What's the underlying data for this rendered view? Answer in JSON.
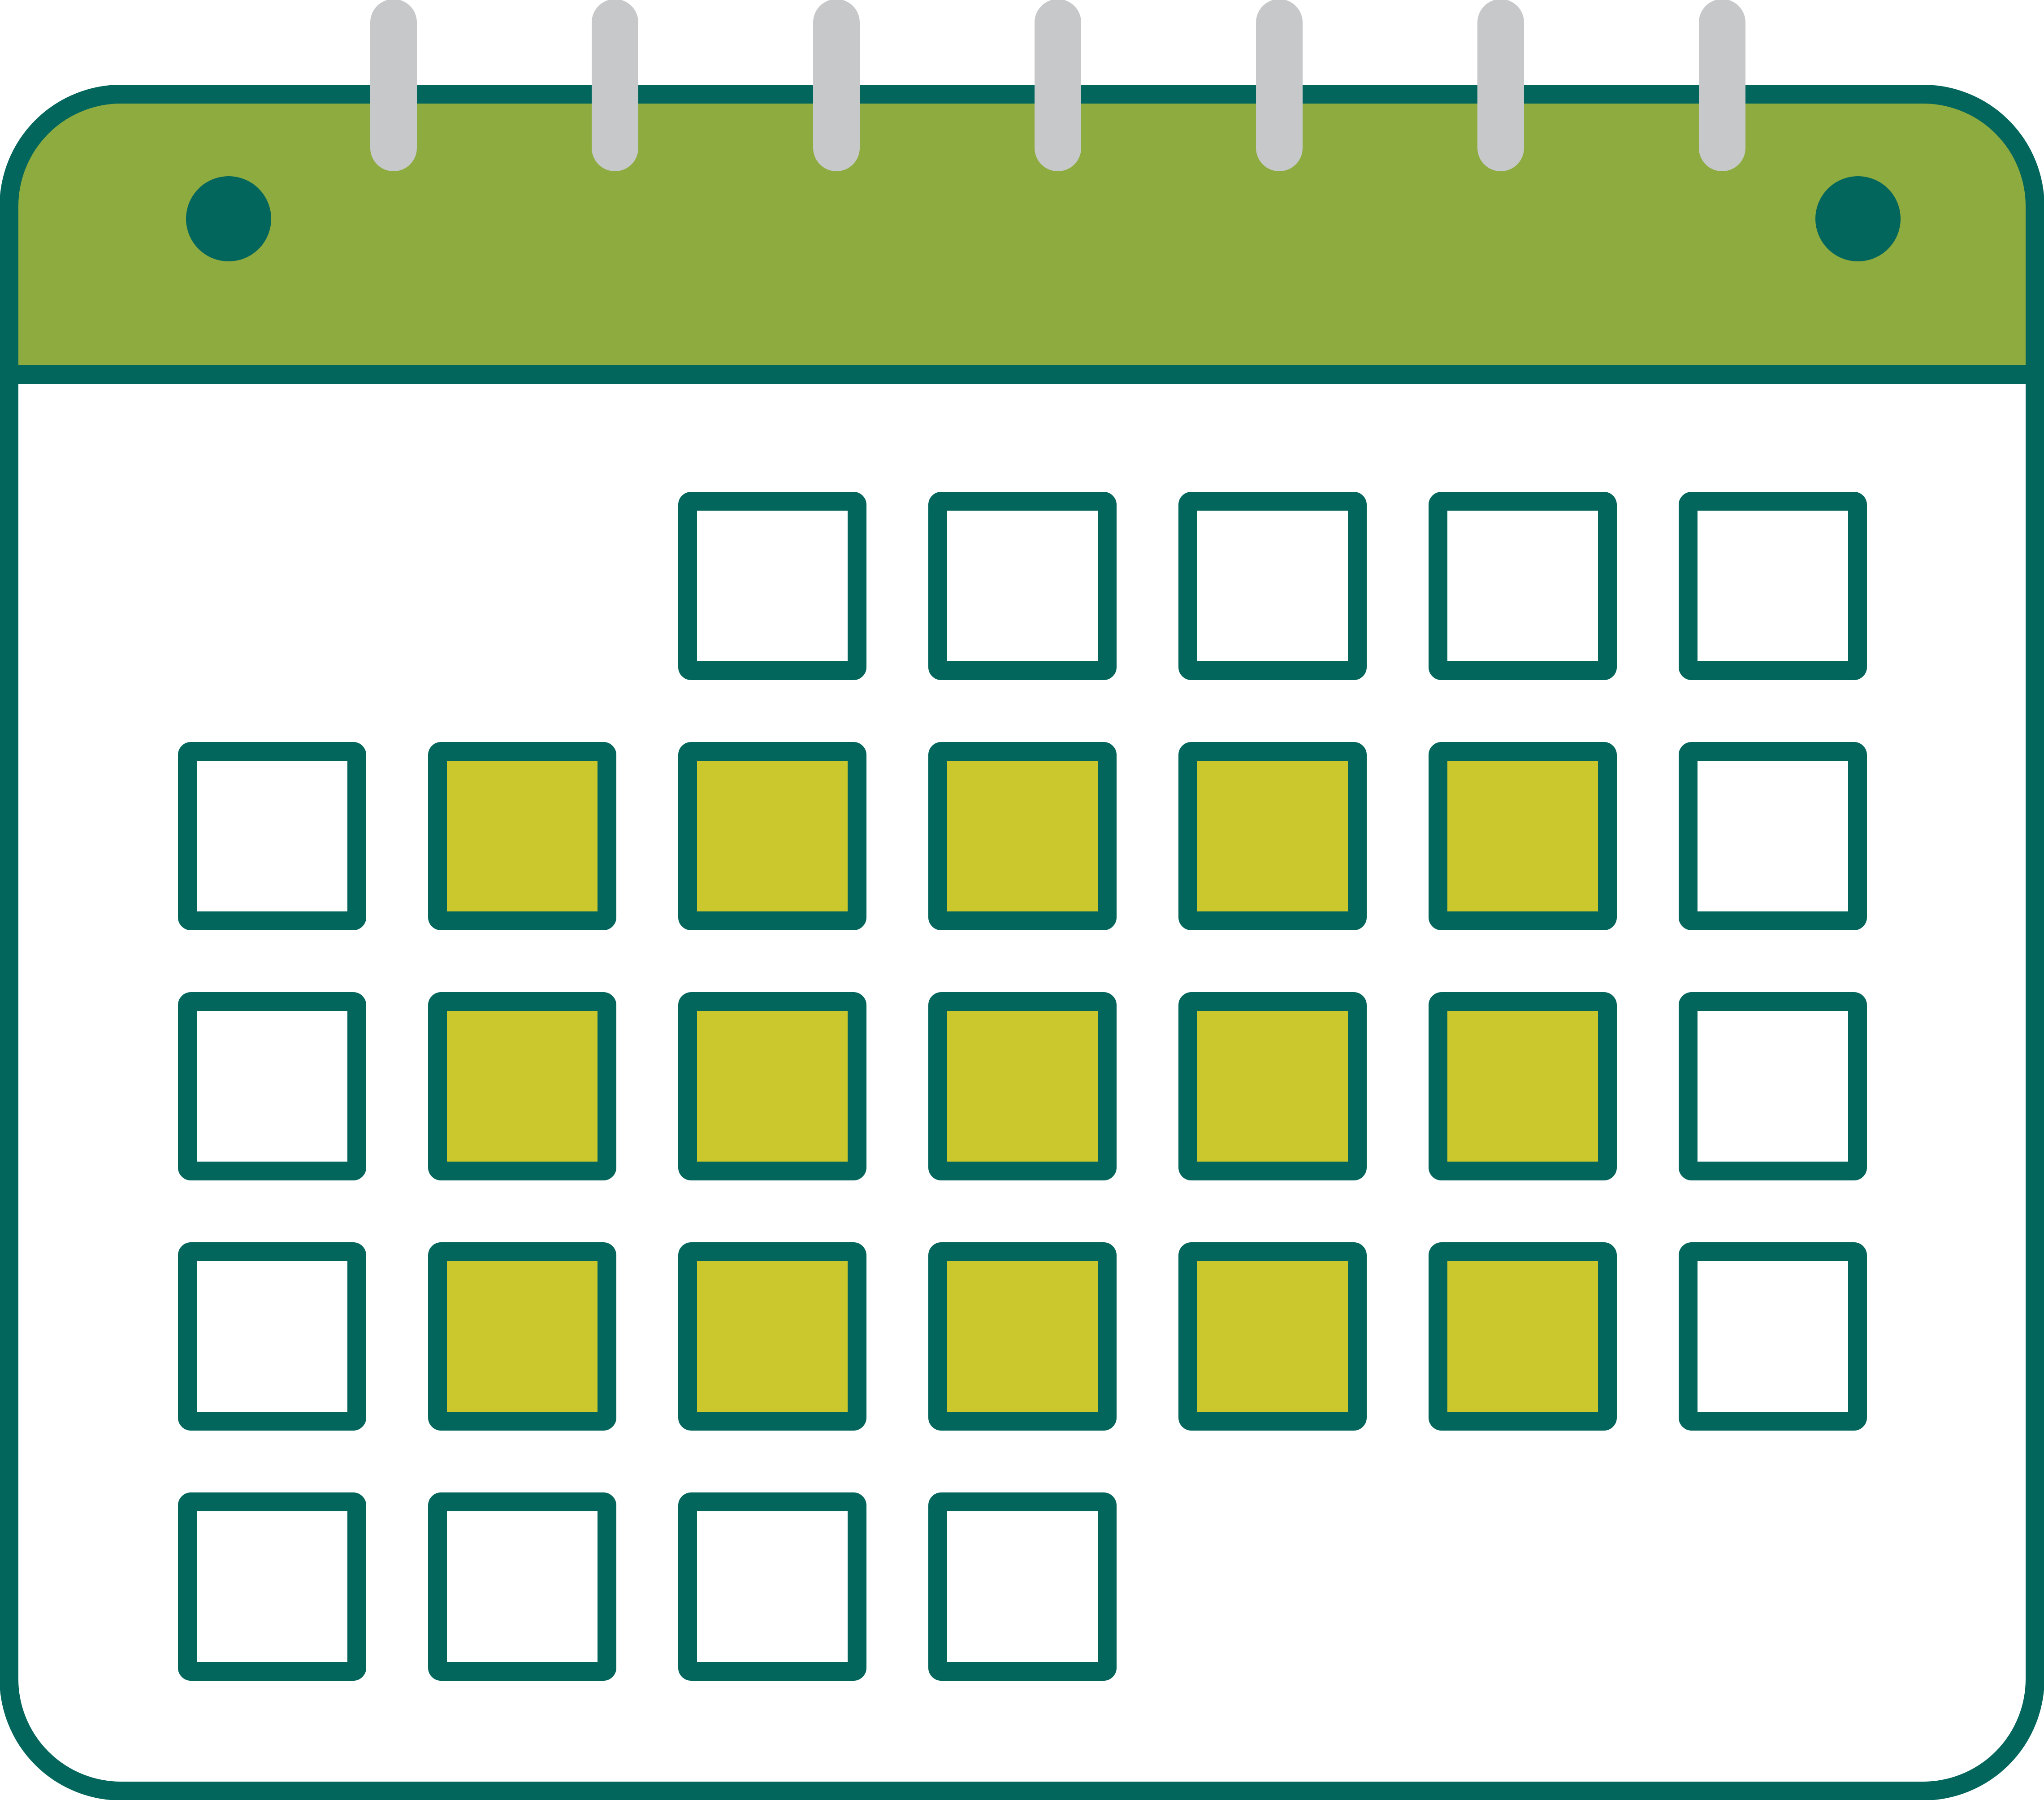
{
  "icon": {
    "name": "calendar-icon",
    "colors": {
      "outline": "#02665c",
      "header": "#8eab40",
      "body": "#ffffff",
      "ring": "#c7c8ca",
      "highlight": "#cbc82e",
      "empty_cell": "#ffffff"
    },
    "rings": 7,
    "binding_holes": 2,
    "grid": {
      "rows": [
        [
          "empty",
          "empty",
          "plain",
          "plain",
          "plain",
          "plain",
          "plain"
        ],
        [
          "plain",
          "highlight",
          "highlight",
          "highlight",
          "highlight",
          "highlight",
          "plain"
        ],
        [
          "plain",
          "highlight",
          "highlight",
          "highlight",
          "highlight",
          "highlight",
          "plain"
        ],
        [
          "plain",
          "highlight",
          "highlight",
          "highlight",
          "highlight",
          "highlight",
          "plain"
        ],
        [
          "plain",
          "plain",
          "plain",
          "plain",
          "empty",
          "empty",
          "empty"
        ]
      ]
    }
  }
}
